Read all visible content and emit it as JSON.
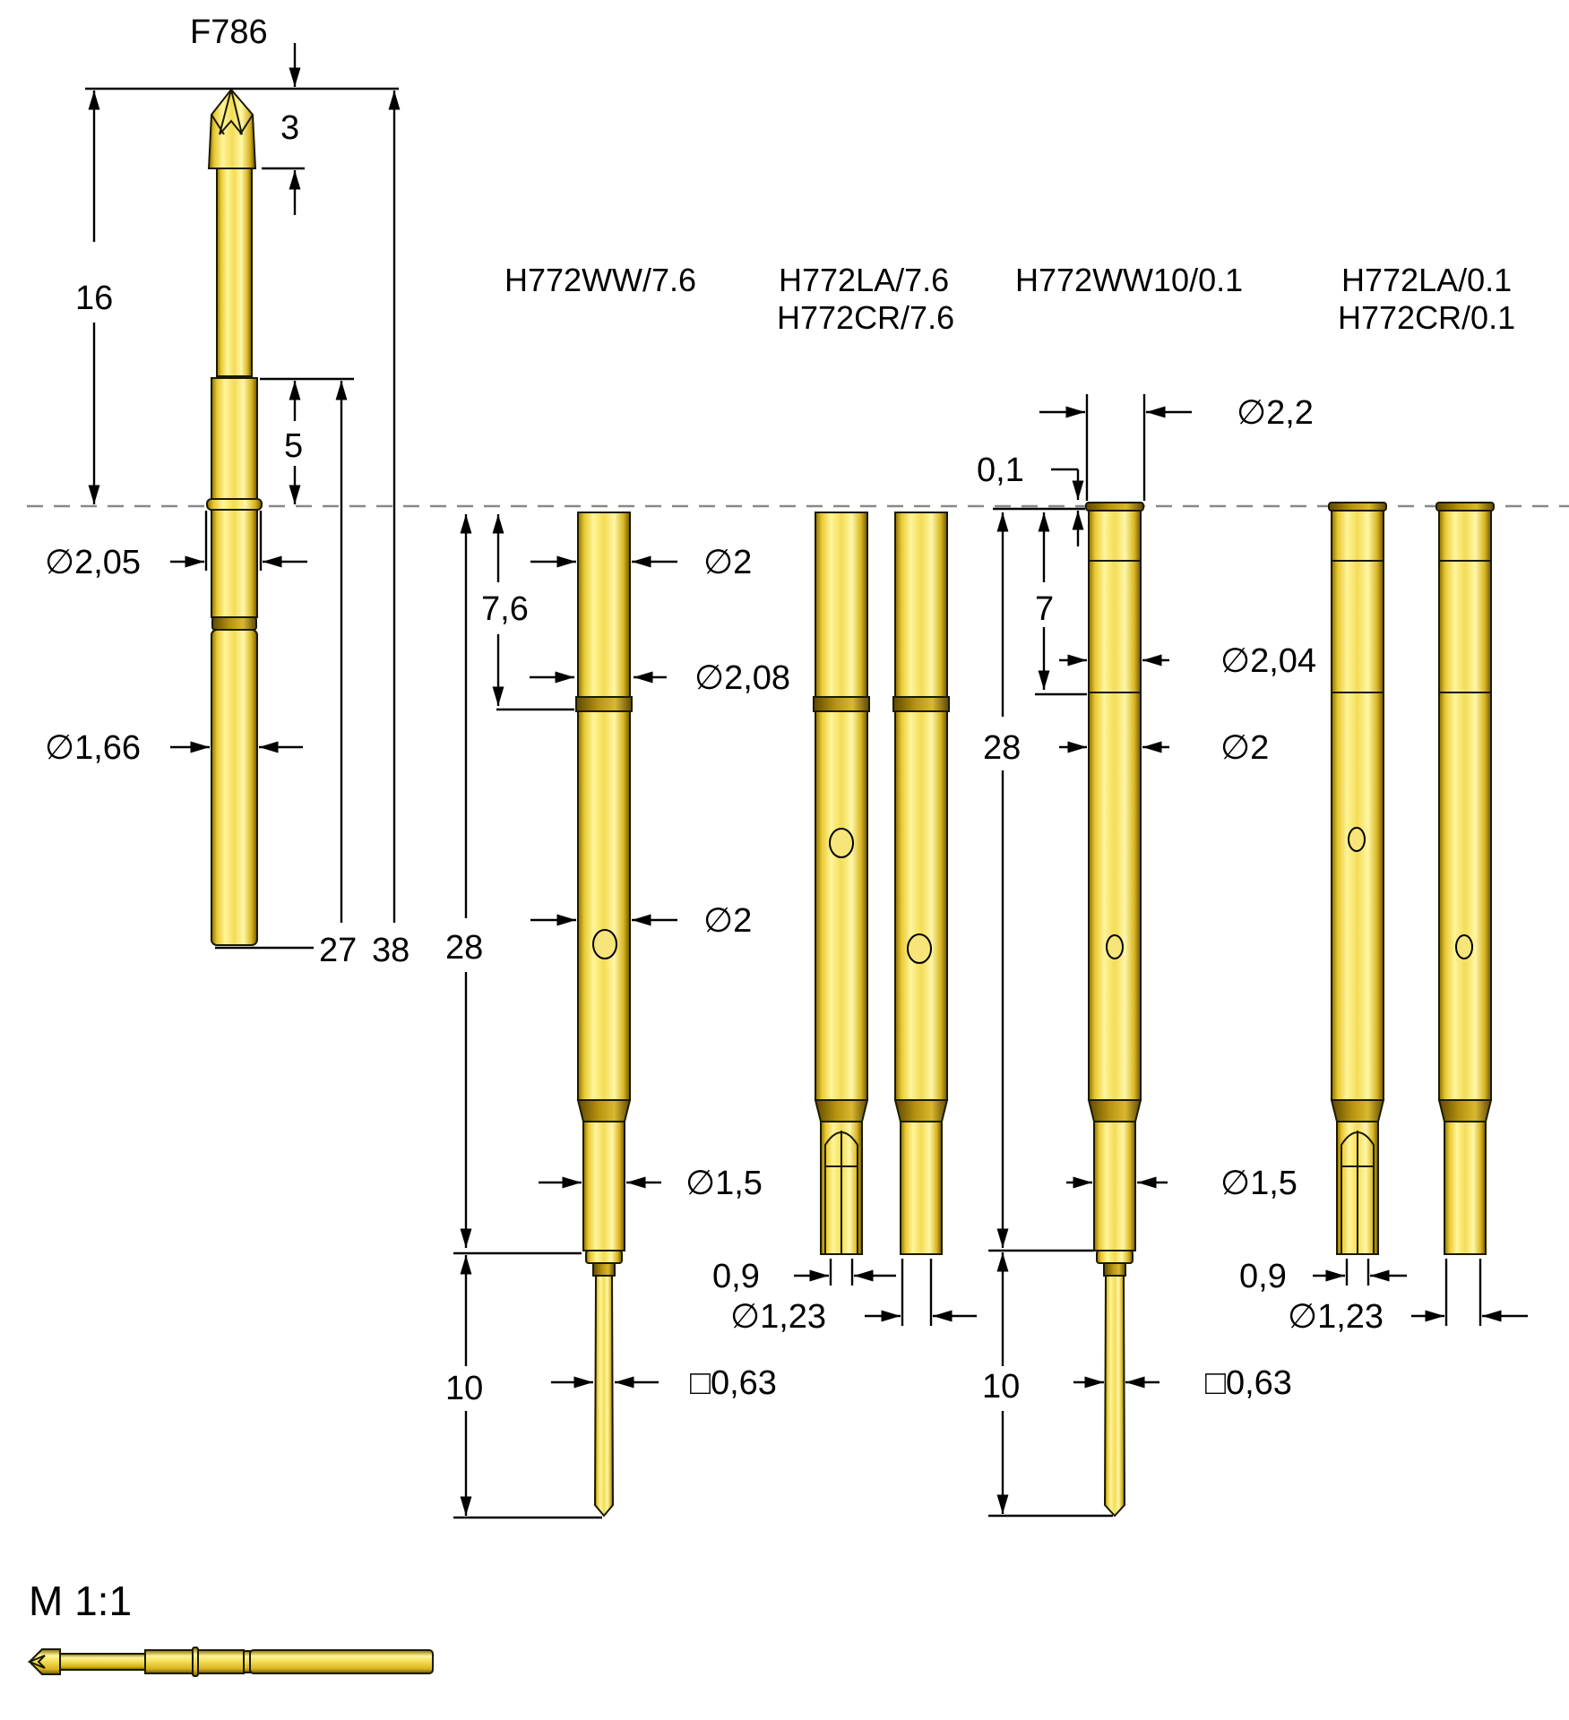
{
  "drawing": {
    "type": "technical drawing - test probe and receptacles",
    "colors": {
      "gold_light": "#fff59a",
      "gold_mid": "#e8c832",
      "gold_dark": "#8a6d00",
      "line": "#000000",
      "reference_line": "#888888"
    }
  },
  "probe": {
    "name": "F786",
    "dims": {
      "tip_length": "3",
      "top_to_ref": "16",
      "barrel_to_ref": "5",
      "collar_diameter": "∅2,05",
      "body_diameter": "∅1,66",
      "length_27": "27",
      "total_length": "38"
    }
  },
  "receptacles": [
    {
      "title": "H772WW/7.6",
      "dims": {
        "length": "28",
        "press_depth": "7,6",
        "top_diameter": "∅2",
        "collar_diameter": "∅2,08",
        "body_diameter": "∅2",
        "lower_diameter": "∅1,5",
        "tail_length": "10",
        "tail_square": "□0,63"
      }
    },
    {
      "title_line1": "H772LA/7.6",
      "title_line2": "H772CR/7.6",
      "dims": {
        "slot_width": "0,9",
        "lower_diameter": "∅1,23"
      }
    },
    {
      "title": "H772WW10/0.1",
      "dims": {
        "flange_diameter": "∅2,2",
        "flange_height": "0,1",
        "press_depth": "7",
        "press_diameter": "∅2,04",
        "body_diameter": "∅2",
        "length": "28",
        "lower_diameter": "∅1,5",
        "tail_length": "10",
        "tail_square": "□0,63"
      }
    },
    {
      "title_line1": "H772LA/0.1",
      "title_line2": "H772CR/0.1",
      "dims": {
        "slot_width": "0,9",
        "lower_diameter": "∅1,23"
      }
    }
  ],
  "scale": {
    "label": "M 1:1"
  }
}
